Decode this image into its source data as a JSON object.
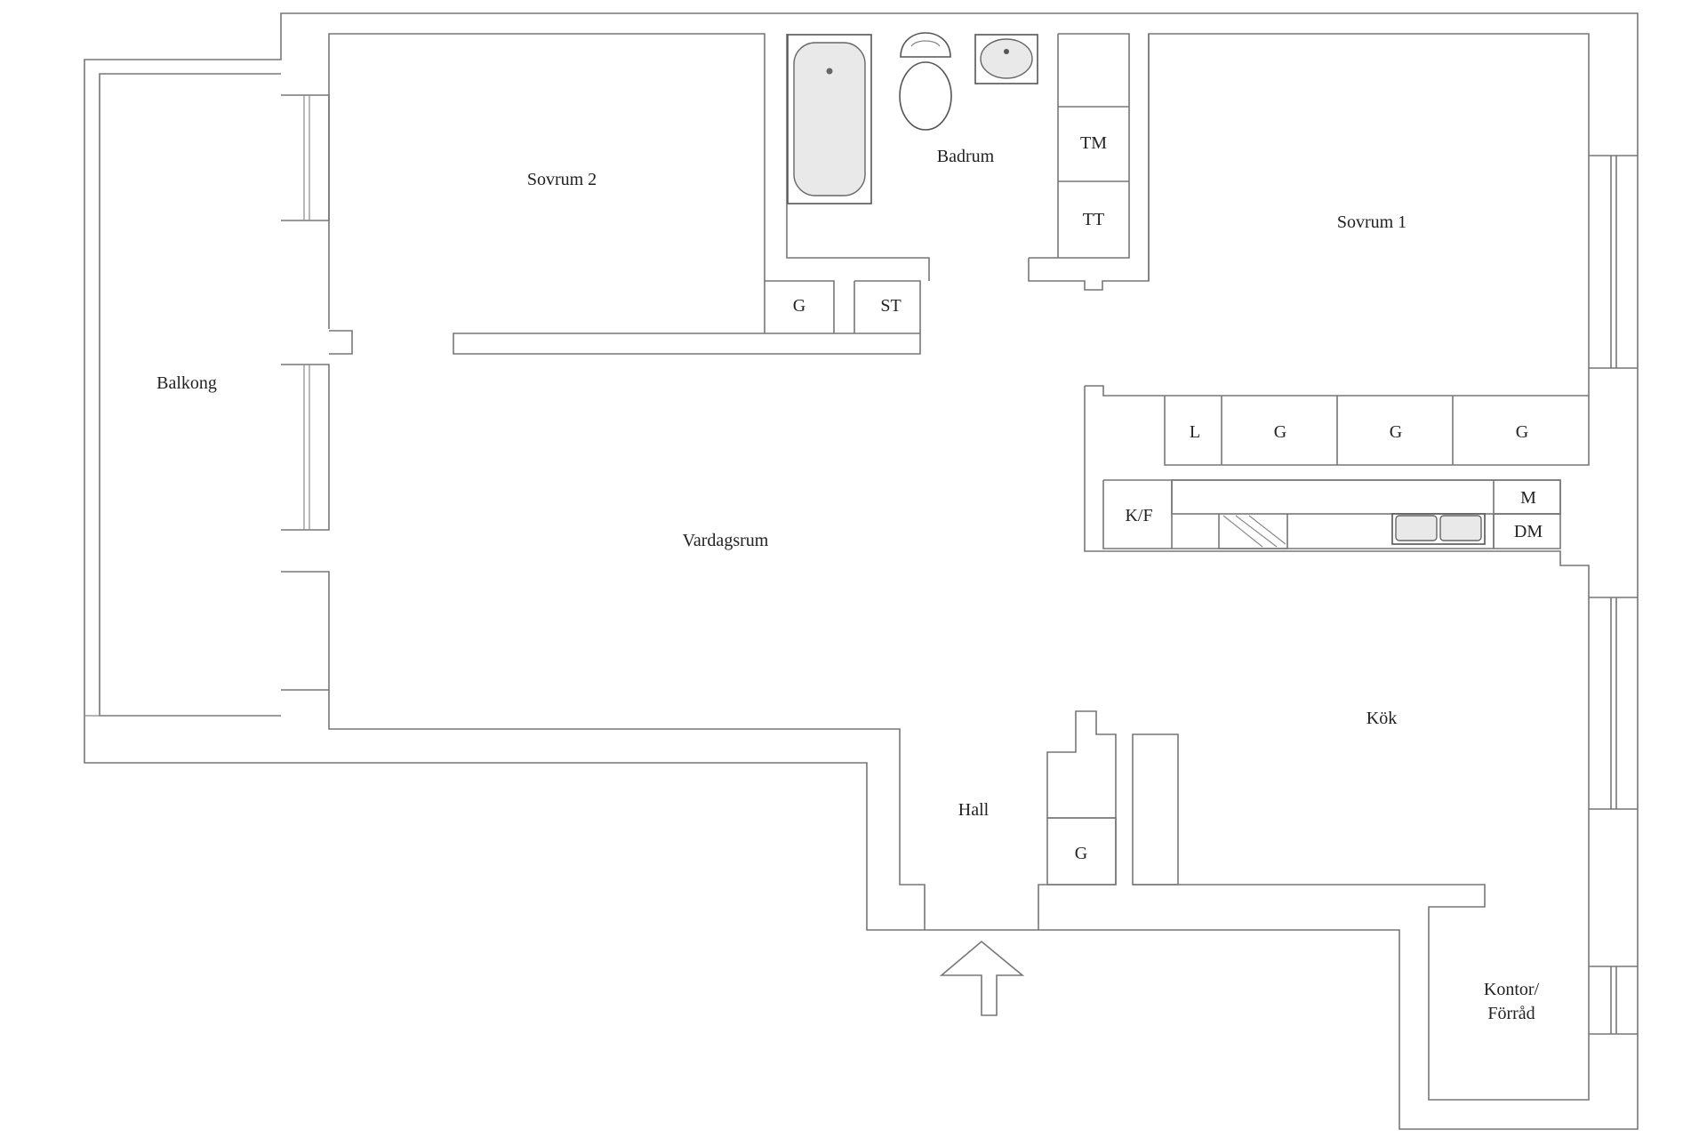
{
  "plan": {
    "rooms": {
      "balkong": "Balkong",
      "sovrum2": "Sovrum 2",
      "badrum": "Badrum",
      "sovrum1": "Sovrum 1",
      "vardagsrum": "Vardagsrum",
      "kok": "Kök",
      "hall": "Hall",
      "kontor_line1": "Kontor/",
      "kontor_line2": "Förråd"
    },
    "fixtures": {
      "tm": "TM",
      "tt": "TT",
      "g_sovrum2": "G",
      "st": "ST",
      "l": "L",
      "g_row1": "G",
      "g_row2": "G",
      "g_row3": "G",
      "kf": "K/F",
      "m": "M",
      "dm": "DM",
      "g_hall": "G"
    },
    "entrance_icon": "arrow-up-icon"
  }
}
